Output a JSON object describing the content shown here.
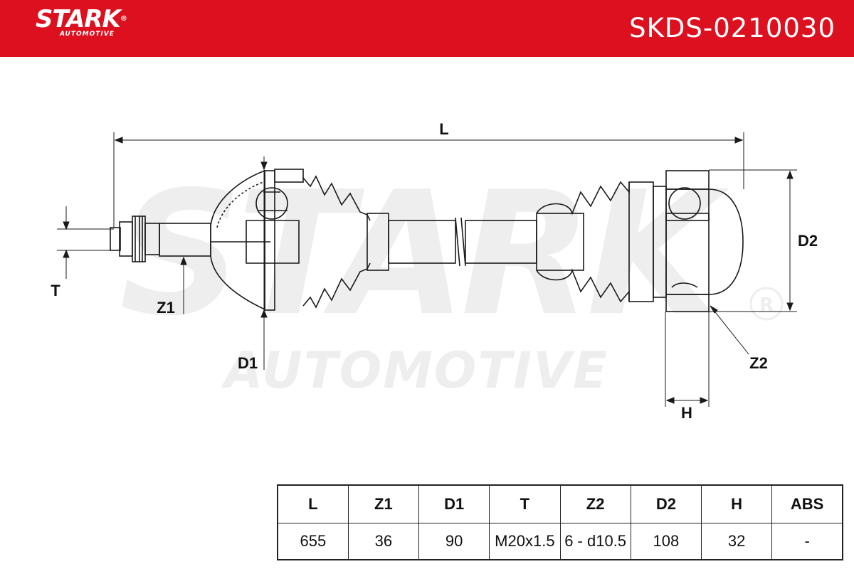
{
  "brand": {
    "name": "STARK",
    "tagline": "AUTOMOTIVE",
    "reg": "®"
  },
  "part_number": "SKDS-0210030",
  "colors": {
    "brand_red": "#dd1020",
    "line": "#1a1a1a",
    "watermark": "#eeeeee"
  },
  "watermark": {
    "main": "STARK",
    "sub": "AUTOMOTIVE",
    "reg": "®"
  },
  "labels": {
    "L": "L",
    "T": "T",
    "Z1": "Z1",
    "D1": "D1",
    "D2": "D2",
    "Z2": "Z2",
    "H": "H"
  },
  "spec_table": {
    "headers": [
      "L",
      "Z1",
      "D1",
      "T",
      "Z2",
      "D2",
      "H",
      "ABS"
    ],
    "values": [
      "655",
      "36",
      "90",
      "M20x1.5",
      "6 - d10.5",
      "108",
      "32",
      "-"
    ]
  }
}
